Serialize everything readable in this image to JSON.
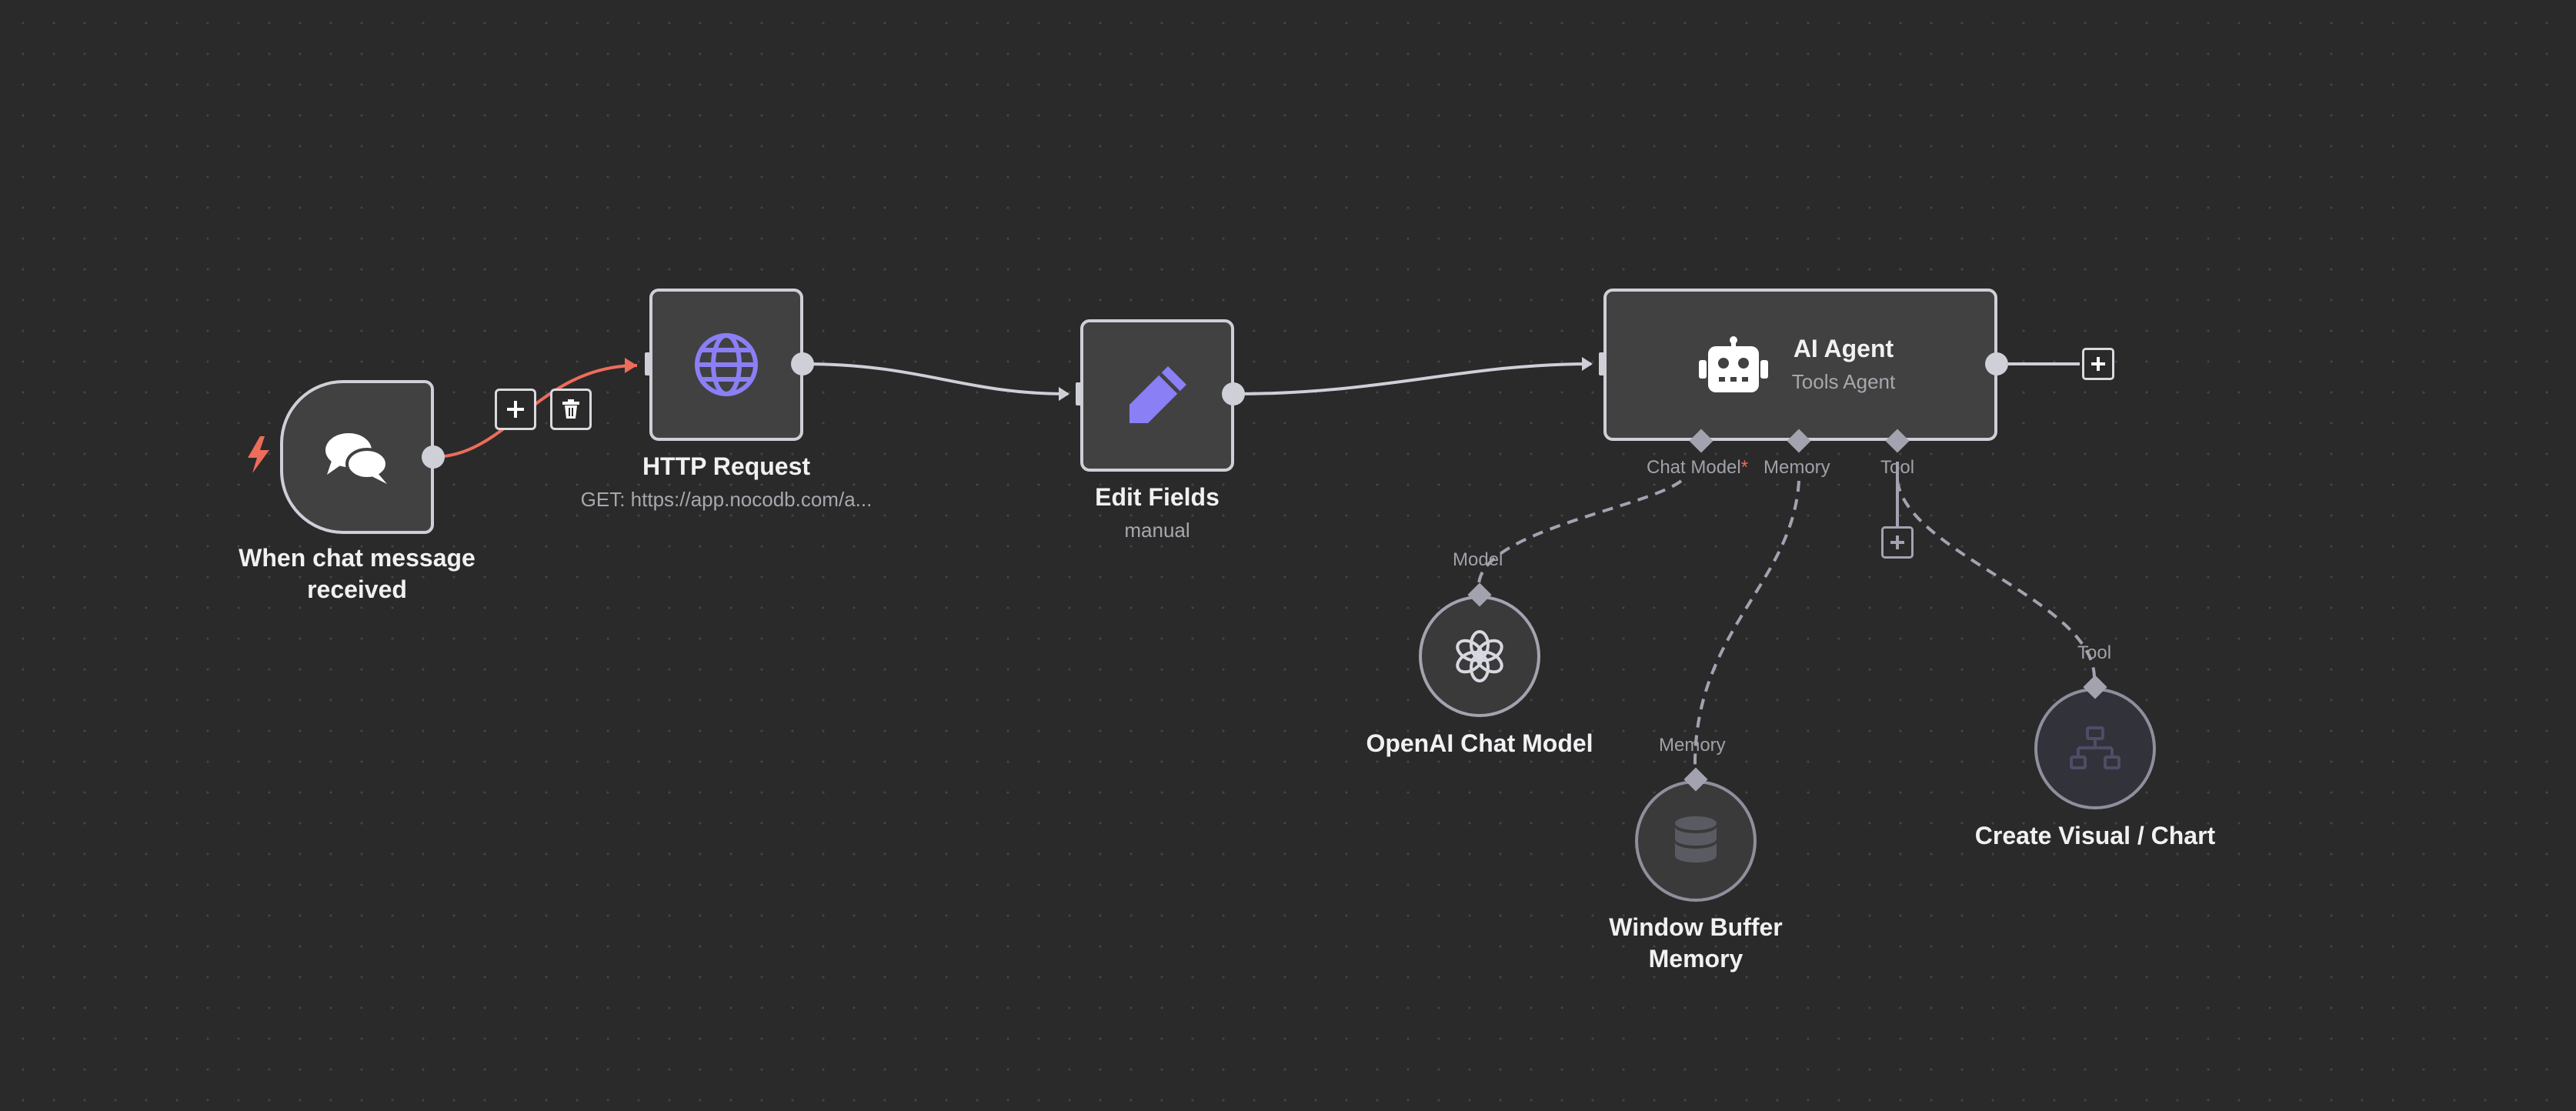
{
  "nodes": {
    "chat_trigger": {
      "label": "When chat message received"
    },
    "http_request": {
      "label": "HTTP Request",
      "subtitle": "GET: https://app.nocodb.com/a..."
    },
    "edit_fields": {
      "label": "Edit Fields",
      "subtitle": "manual"
    },
    "ai_agent": {
      "title": "AI Agent",
      "subtitle": "Tools Agent",
      "ports": {
        "chat_model": "Chat Model",
        "required_marker": "*",
        "memory": "Memory",
        "tool": "Tool"
      }
    },
    "openai_chat_model": {
      "label": "OpenAI Chat Model",
      "port_label": "Model"
    },
    "window_buffer_memory": {
      "label": "Window Buffer Memory",
      "port_label": "Memory"
    },
    "create_visual_chart": {
      "label": "Create Visual / Chart",
      "port_label": "Tool"
    }
  },
  "icons": {
    "trigger": "lightning-bolt-icon",
    "chat": "chat-bubbles-icon",
    "http": "globe-icon",
    "edit": "pencil-icon",
    "agent": "robot-icon",
    "openai": "openai-logo-icon",
    "memory": "database-icon",
    "tool": "sitemap-icon",
    "add": "plus-icon",
    "delete": "trash-icon"
  },
  "colors": {
    "canvas": "#2a2a2b",
    "node_fill": "#414142",
    "node_border": "#cfcfd8",
    "accent_purple": "#8b7ff5",
    "active_edge": "#ee6c5a",
    "trigger_bolt": "#ee6c5a",
    "required_marker": "#ee6c5a"
  }
}
